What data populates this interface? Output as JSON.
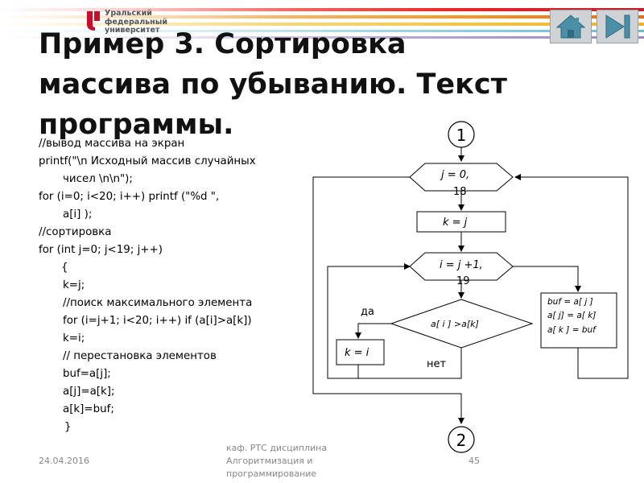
{
  "logo": {
    "line1": "Уральский",
    "line2": "федеральный",
    "line3": "университет"
  },
  "nav": {
    "home": "home-icon",
    "next": "next-icon"
  },
  "slide": {
    "title_lines": [
      "Пример 3. Сортировка",
      "массива по убыванию. Текст",
      "программы."
    ]
  },
  "code_lines": [
    "//вывод массива на экран",
    "printf(\"\\n Исходный массив случайных",
    "чисел \\n\\n\");",
    "for (i=0; i<20; i++)    printf (\"%d   \",",
    "a[i] );",
    "//сортировка",
    "for (int j=0; j<19; j++)",
    "{",
    "k=j;",
    "//поиск максимального элемента",
    "for (i=j+1; i<20; i++) if (a[i]>a[k])",
    "k=i;",
    "// перестановка элементов",
    "buf=a[j];",
    "a[j]=a[k];",
    "a[k]=buf;",
    "}"
  ],
  "flowchart": {
    "start": "1",
    "loop_j": [
      "j  = 0,",
      "18"
    ],
    "assign_k": "k = j",
    "loop_i": [
      "i = j +1,",
      "19"
    ],
    "condition": "a[ i ] >a[k]",
    "yes": "да",
    "no": "нет",
    "assign_ki": "k = i",
    "swap": [
      "buf  = a[ j ]",
      "a[ j] = a[ k]",
      "a[ k ] = buf"
    ],
    "end": "2"
  },
  "footer": {
    "date": "24.04.2016",
    "dept_lines": [
      "каф. РТС дисциплина",
      "Алгоритмизация и",
      "программирование"
    ],
    "page": "45"
  },
  "colors": {
    "stripe_top": "#e8272a",
    "stripe_mid": "#f39a2b",
    "stripe_low": "#f4c64a",
    "logo_red": "#c8102e"
  }
}
